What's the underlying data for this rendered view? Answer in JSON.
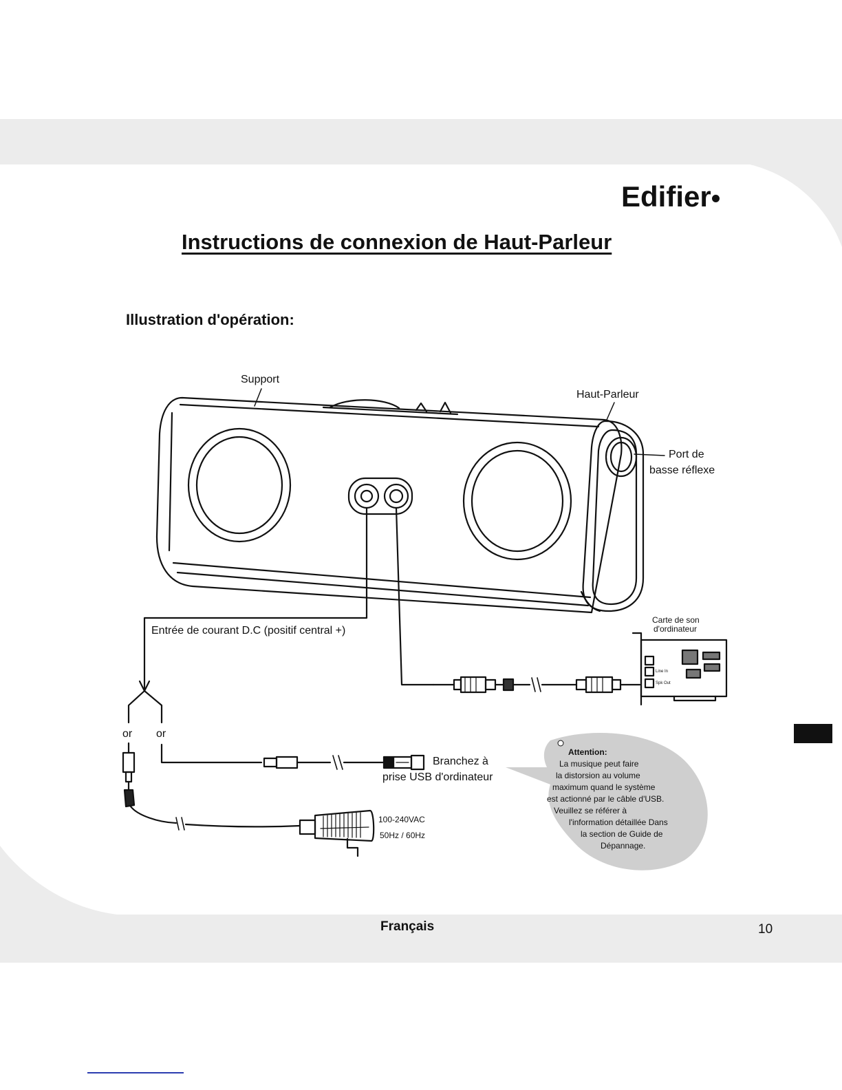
{
  "header": {
    "brand": "Edifier"
  },
  "page": {
    "title": "Instructions de connexion de Haut-Parleur",
    "subtitle": "Illustration d'opération:"
  },
  "labels": {
    "support": "Support",
    "speaker": "Haut-Parleur",
    "port_line1": "Port de",
    "port_line2": "basse réflexe",
    "dc_input": "Entrée de courant D.C (positif central +)",
    "soundcard_line1": "Carte de son",
    "soundcard_line2": "d'ordinateur",
    "line_in": "Line In",
    "spk_out": "Spk Out",
    "or_left": "or",
    "or_right": "or",
    "usb_line1": "Branchez à",
    "usb_line2": "prise USB d'ordinateur",
    "ac_line1": "100-240VAC",
    "ac_line2": "50Hz / 60Hz"
  },
  "attention": {
    "heading": "Attention:",
    "lines": [
      "La musique peut faire",
      "la distorsion au volume",
      "maximum quand le système",
      "est actionné par le câble d'USB.",
      "Veuillez se référer à",
      "l'information détaillée Dans",
      "la section de Guide de",
      "Dépannage."
    ]
  },
  "footer": {
    "language": "Français",
    "page_number": "10"
  }
}
